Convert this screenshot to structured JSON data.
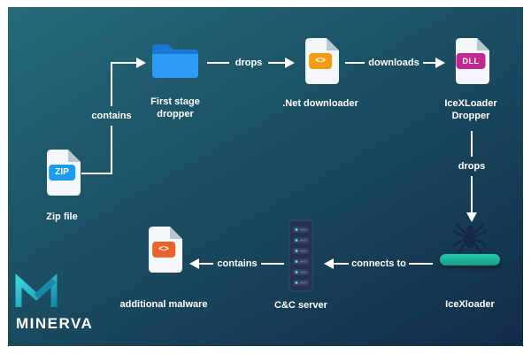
{
  "diagram": {
    "nodes": {
      "zip_file": {
        "label": "Zip file",
        "badge": "ZIP"
      },
      "first_stage_dropper": {
        "label": "First stage dropper"
      },
      "net_downloader": {
        "label": ".Net downloader",
        "badge": "<>"
      },
      "icexloader_dropper": {
        "label": "IceXLoader Dropper",
        "badge": "DLL"
      },
      "icexloader": {
        "label": "IceXloader"
      },
      "cc_server": {
        "label": "C&C server"
      },
      "additional_malware": {
        "label": "additional malware",
        "badge": "<>"
      }
    },
    "edges": {
      "zip_to_dropper": "contains",
      "dropper_to_net": "drops",
      "net_to_dll": "downloads",
      "dll_to_icex": "drops",
      "icex_to_server": "connects to",
      "server_to_malware": "contains"
    }
  },
  "logo": {
    "brand": "MINERVA"
  },
  "colors": {
    "background_top": "#256b79",
    "background_bottom": "#122c48",
    "arrow": "#ffffff",
    "folder_blue": "#2196f3",
    "zip_badge": "#1d9bf0",
    "net_badge": "#f39c12",
    "dll_badge": "#c02a90",
    "malware_badge": "#e8642c",
    "platform_teal": "#1fbfa6",
    "server_navy": "#263250"
  }
}
